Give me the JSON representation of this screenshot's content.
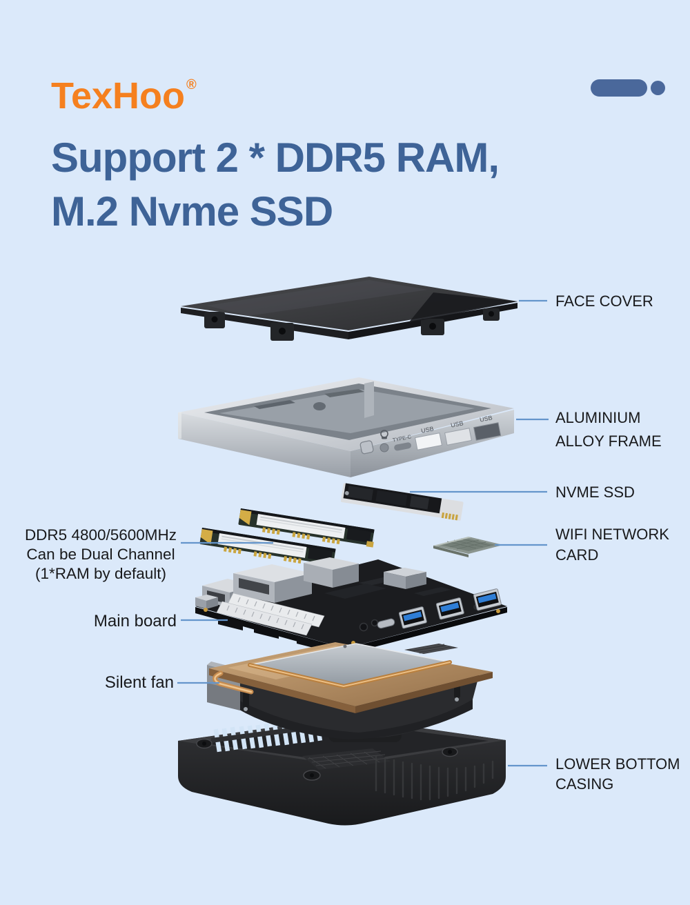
{
  "brand": {
    "name": "TexHoo",
    "registered_mark": "®"
  },
  "title": {
    "line1": "Support 2 * DDR5 RAM,",
    "line2": "M.2 Nvme SSD"
  },
  "callouts": {
    "face_cover": {
      "line1": "FACE COVER"
    },
    "aluminium_frame": {
      "line1": "ALUMINIUM",
      "line2": "ALLOY FRAME"
    },
    "nvme_ssd": {
      "line1": "NVME SSD"
    },
    "wifi_card": {
      "line1": "WIFI NETWORK",
      "line2": "CARD"
    },
    "lower_casing": {
      "line1": "LOWER BOTTOM",
      "line2": "CASING"
    },
    "ram": {
      "line1": "DDR5 4800/5600MHz",
      "line2": "Can be Dual Channel",
      "line3": "(1*RAM by default)"
    },
    "main_board": {
      "line1": "Main board"
    },
    "silent_fan": {
      "line1": "Silent fan"
    }
  },
  "frame_labels": {
    "type_c": "TYPE-C",
    "usb_1": "USB",
    "usb_2": "USB",
    "usb_3": "USB"
  },
  "colors": {
    "background": "#dbe9fa",
    "brand_orange": "#f5801f",
    "title_blue": "#3e6397",
    "label_dark": "#18191b",
    "leader_line_blue": "#6495cb",
    "decor_blue": "#4a689b",
    "usb_port_blue": "#2f7ed6",
    "copper_plate": "#b08a5d",
    "aluminium_silver": "#c2c7cd"
  }
}
